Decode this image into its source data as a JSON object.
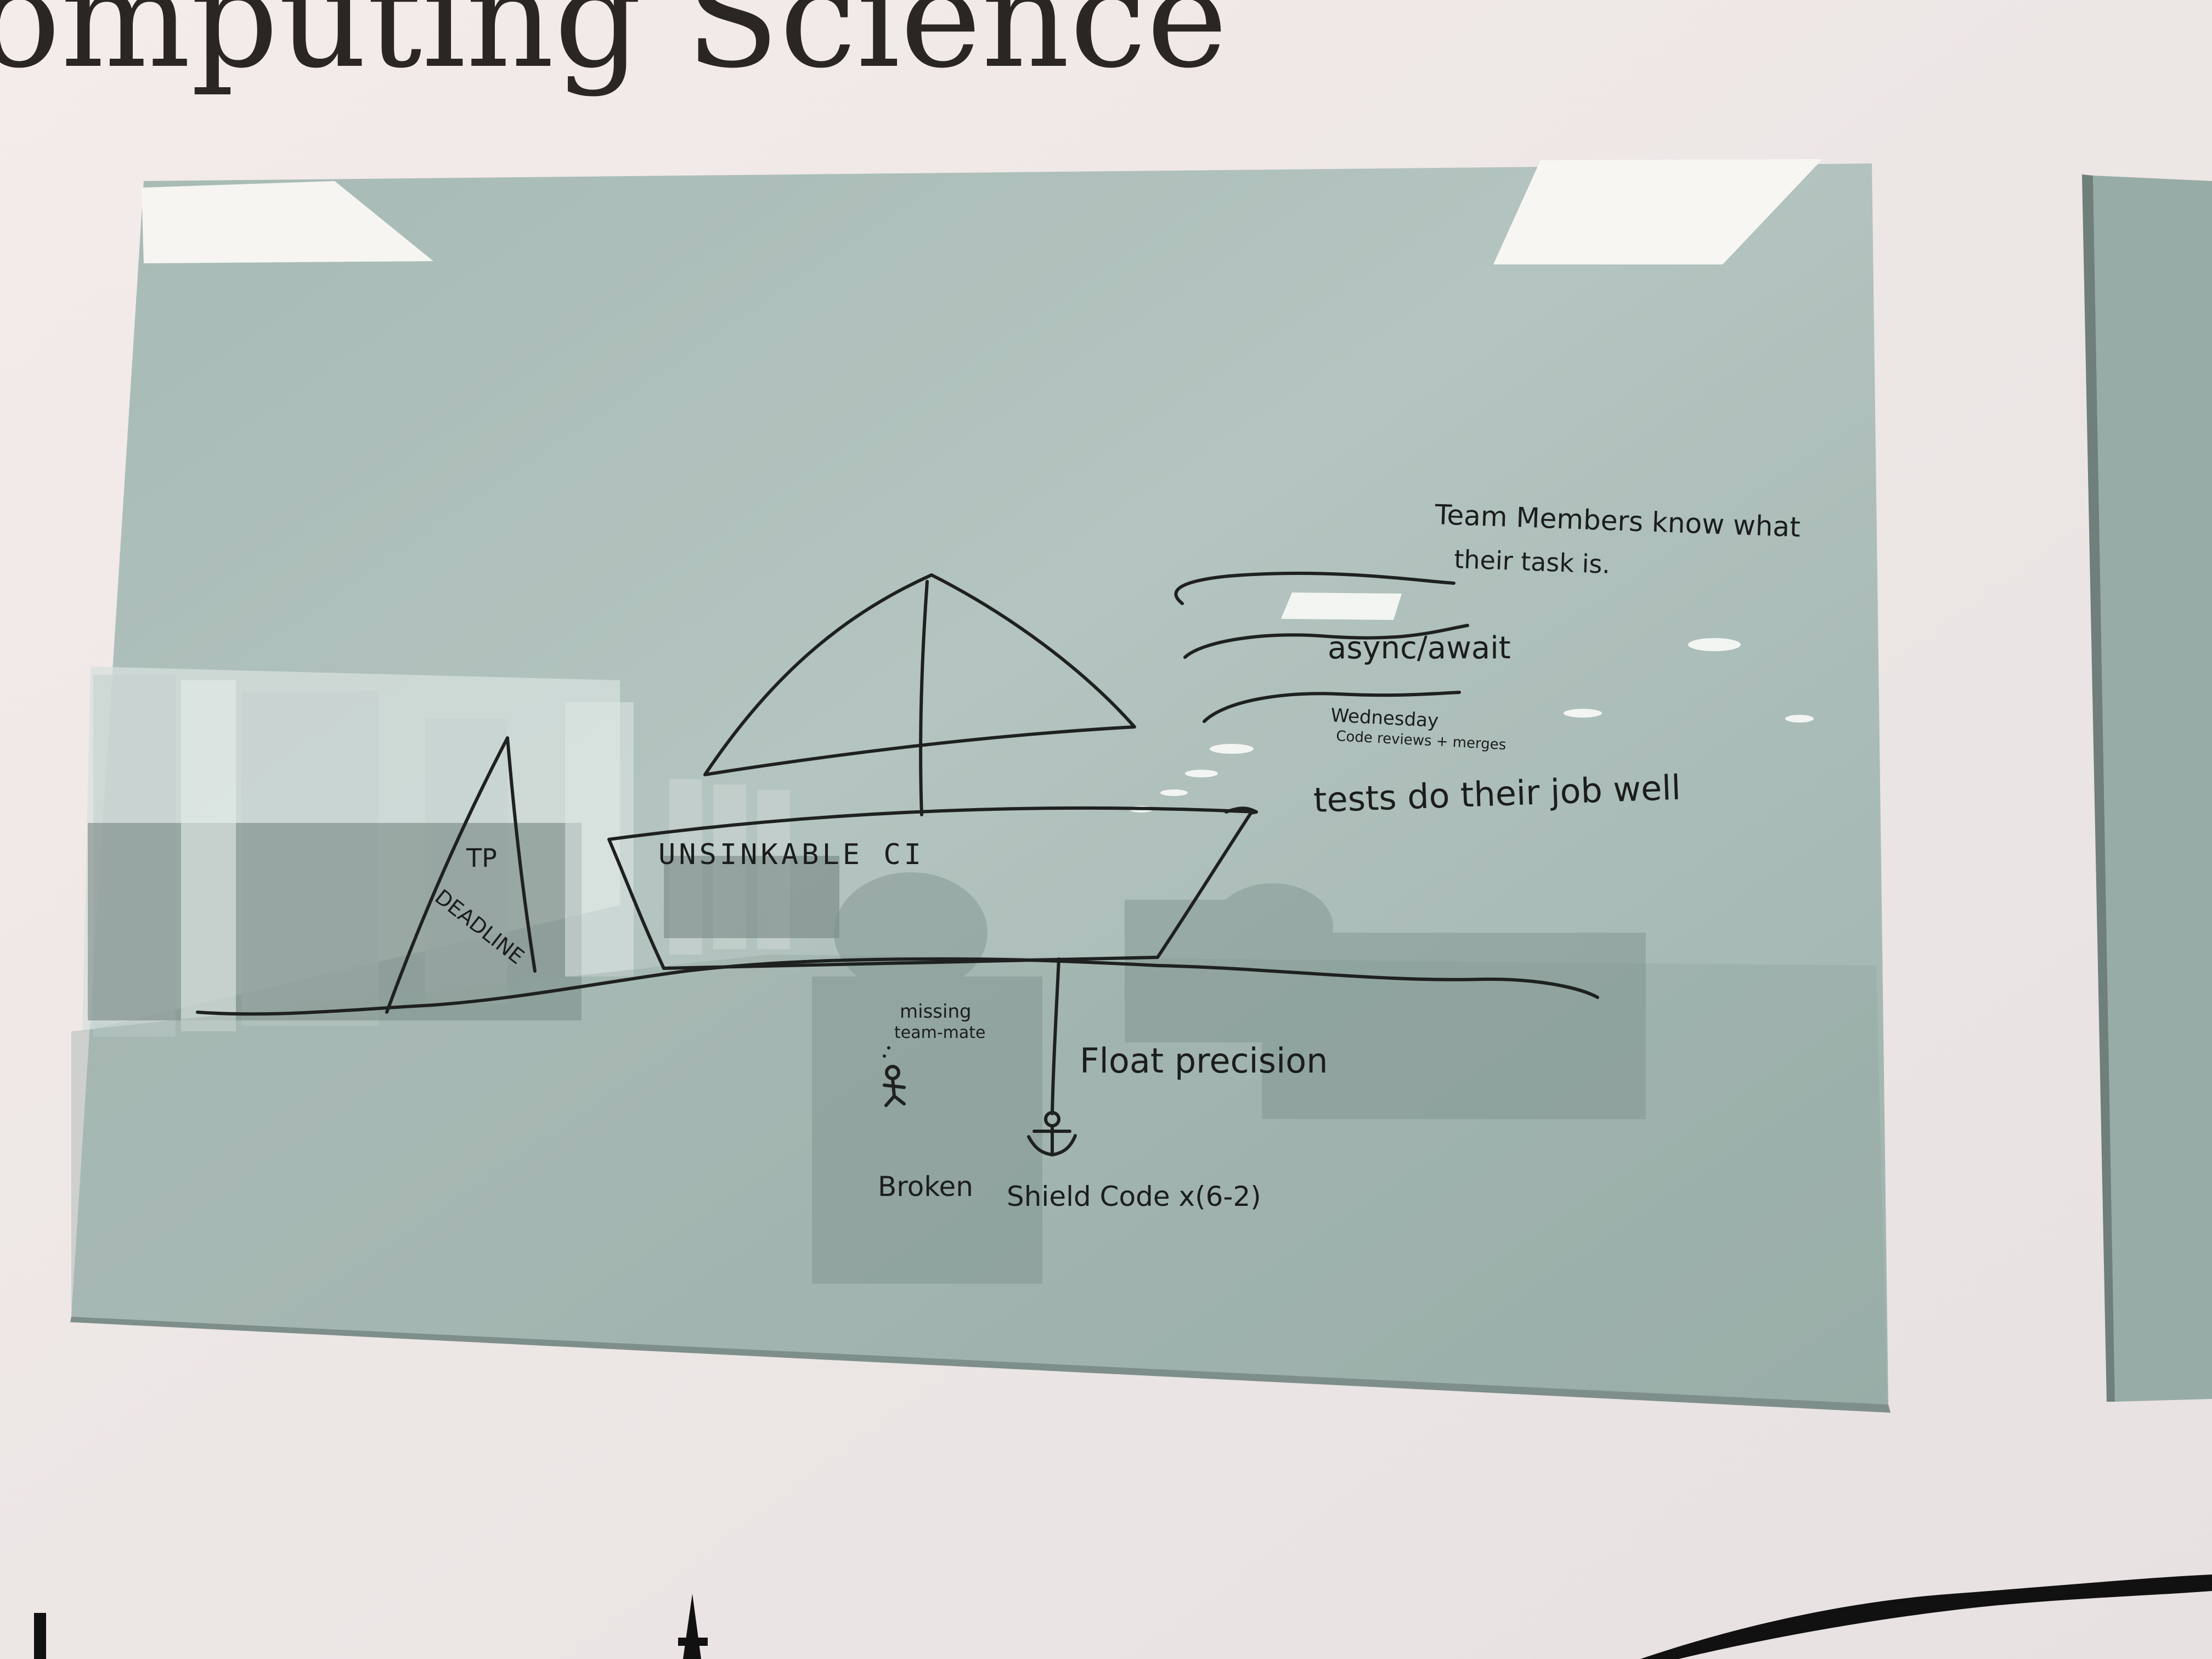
{
  "wall": {
    "heading": "omputing Science"
  },
  "whiteboard": {
    "boat_label": "UNSINKABLE CI",
    "iceberg_label_1": "TP",
    "iceberg_label_2": "DEADLINE",
    "wind_notes": [
      "Team Members know what",
      "their task is.",
      "async/await",
      "Wednesday",
      "Code reviews + merges",
      "tests do their job well"
    ],
    "anchor_label": "Float precision",
    "person_label_1": "missing",
    "person_label_2": "team-mate",
    "bottom_labels": [
      "Broken",
      "Shield Code x(6-2)"
    ]
  },
  "colors": {
    "wall": "#efe8e6",
    "glass": "#a9bcb7",
    "ink": "#1e2120"
  }
}
